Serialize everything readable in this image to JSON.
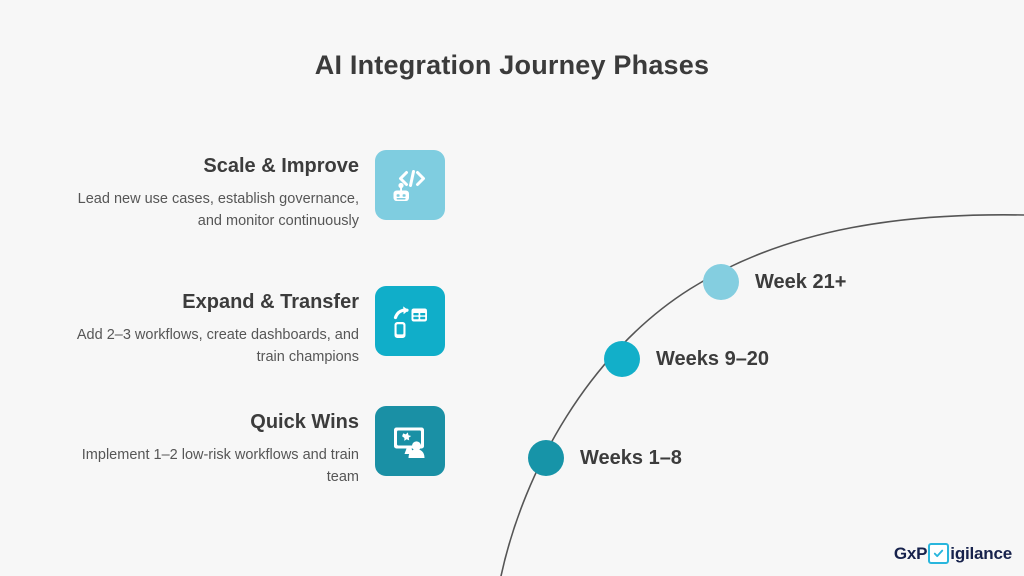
{
  "title": "AI Integration Journey Phases",
  "background_color": "#f7f7f7",
  "curve": {
    "stroke_color": "#555555",
    "stroke_width": 1.6
  },
  "phases": [
    {
      "title": "Scale & Improve",
      "description": "Lead new use cases, establish governance, and monitor continuously",
      "icon_name": "robot-code-icon",
      "icon_bg": "#7fcde0",
      "icon_fg": "#ffffff"
    },
    {
      "title": "Expand & Transfer",
      "description": "Add 2–3 workflows, create dashboards, and train champions",
      "icon_name": "device-transfer-table-icon",
      "icon_bg": "#10aec9",
      "icon_fg": "#ffffff"
    },
    {
      "title": "Quick Wins",
      "description": "Implement 1–2 low-risk workflows and train team",
      "icon_name": "presentation-person-icon",
      "icon_bg": "#1a90a5",
      "icon_fg": "#ffffff"
    }
  ],
  "milestones": [
    {
      "label": "Weeks 1–8",
      "dot_color": "#1794a8"
    },
    {
      "label": "Weeks 9–20",
      "dot_color": "#12afc9"
    },
    {
      "label": "Week 21+",
      "dot_color": "#84cee0"
    }
  ],
  "logo": {
    "prefix": "GxP",
    "check_glyph": "✓",
    "suffix": "igilance",
    "text_color": "#17224c",
    "check_color": "#29b6dd"
  }
}
